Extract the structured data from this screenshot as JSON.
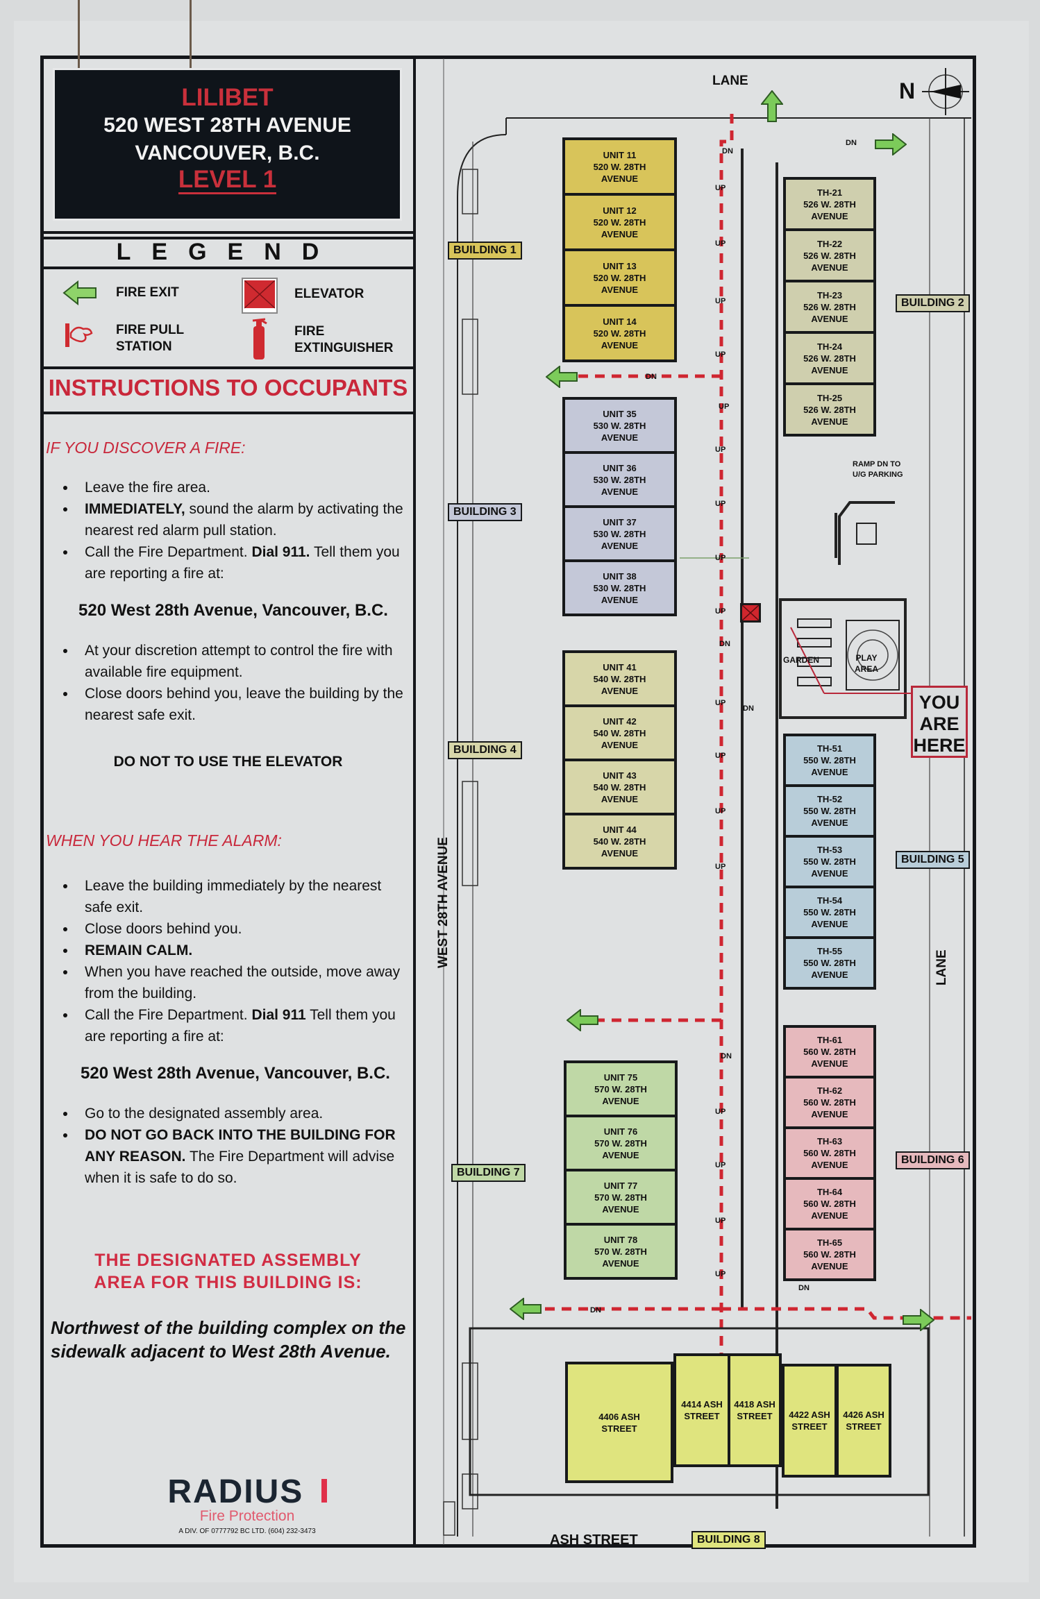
{
  "title_box": {
    "name": "LILIBET",
    "address_line1": "520 WEST 28TH AVENUE",
    "address_line2": "VANCOUVER, B.C.",
    "level": "LEVEL 1"
  },
  "legend": {
    "title": "LEGEND",
    "items": [
      {
        "icon": "fire-exit-arrow-icon",
        "label": "FIRE  EXIT"
      },
      {
        "icon": "elevator-icon",
        "label": "ELEVATOR"
      },
      {
        "icon": "fire-pull-station-icon",
        "label_line1": "FIRE PULL",
        "label_line2": "STATION"
      },
      {
        "icon": "fire-extinguisher-icon",
        "label_line1": "FIRE",
        "label_line2": "EXTINGUISHER"
      }
    ]
  },
  "instructions": {
    "title": "INSTRUCTIONS TO OCCUPANTS",
    "discover": {
      "heading": "IF YOU DISCOVER A FIRE:",
      "items": [
        {
          "bold": "",
          "text": "Leave the fire area."
        },
        {
          "bold": "IMMEDIATELY,",
          "text": " sound the alarm by activating the nearest red alarm pull station."
        },
        {
          "pre": "Call the Fire Department. ",
          "bold": "Dial 911.",
          "text": " Tell them you are reporting a fire at:"
        }
      ],
      "address": "520 West 28th Avenue, Vancouver, B.C.",
      "items2": [
        "At your discretion attempt to control the fire with available fire equipment.",
        "Close doors behind you, leave the building by the nearest safe exit."
      ],
      "warning": "DO NOT TO USE THE ELEVATOR"
    },
    "alarm": {
      "heading": "WHEN YOU HEAR THE ALARM:",
      "items": [
        {
          "pre": "Leave the building immediately by the nearest safe exit.",
          "bold": "",
          "text": ""
        },
        {
          "pre": "Close doors behind you.",
          "bold": "",
          "text": ""
        },
        {
          "pre": "",
          "bold": "REMAIN CALM.",
          "text": ""
        },
        {
          "pre": "When you have reached the outside, move away from the building.",
          "bold": "",
          "text": ""
        },
        {
          "pre": "Call the Fire Department. ",
          "bold": "Dial 911",
          "text": " Tell them you are reporting a fire at:"
        }
      ],
      "address": "520 West 28th Avenue, Vancouver, B.C.",
      "items2": [
        {
          "pre": "Go to the designated assembly area.",
          "bold": "",
          "text": ""
        },
        {
          "pre": "",
          "bold": "DO NOT GO BACK INTO THE BUILDING FOR ANY REASON.",
          "text": " The Fire Department will advise when it is safe to do so."
        }
      ]
    },
    "assembly_heading_line1": "THE DESIGNATED ASSEMBLY",
    "assembly_heading_line2": "AREA FOR THIS BUILDING IS:",
    "assembly_location": "Northwest of the building complex on the sidewalk adjacent to West 28th Avenue."
  },
  "company": {
    "name": "RADIUS",
    "tagline": "Fire Protection",
    "fine_print": "A DIV. OF 0777792 BC LTD.   (604) 232-3473"
  },
  "map": {
    "compass_label": "N",
    "streets": {
      "top": "LANE",
      "west": "WEST 28TH AVENUE",
      "east": "LANE",
      "bottom": "ASH STREET"
    },
    "you_are_here": [
      "YOU",
      "ARE",
      "HERE"
    ],
    "ramp_note_line1": "RAMP DN TO",
    "ramp_note_line2": "U/G PARKING",
    "garden": "GARDEN",
    "play_area_line1": "PLAY",
    "play_area_line2": "AREA",
    "stair_labels": {
      "up": "UP",
      "dn": "DN"
    },
    "colors": {
      "building1": "#d8c45a",
      "building2": "#cfcfae",
      "building3": "#c4c8d8",
      "building4": "#d7d6a9",
      "building5": "#b8cdd9",
      "building6": "#e6b9bd",
      "building7": "#bfd8a6",
      "building8": "#dfe47e",
      "exit_route": "#cf2631",
      "exit_arrow": "#7ccb5a"
    },
    "buildings": [
      {
        "label": "BUILDING 1",
        "units": [
          {
            "name": "UNIT 11",
            "addr": "520 W. 28TH",
            "street": "AVENUE"
          },
          {
            "name": "UNIT 12",
            "addr": "520 W. 28TH",
            "street": "AVENUE"
          },
          {
            "name": "UNIT 13",
            "addr": "520 W. 28TH",
            "street": "AVENUE"
          },
          {
            "name": "UNIT 14",
            "addr": "520 W. 28TH",
            "street": "AVENUE"
          }
        ]
      },
      {
        "label": "BUILDING 2",
        "units": [
          {
            "name": "TH-21",
            "addr": "526 W. 28TH",
            "street": "AVENUE"
          },
          {
            "name": "TH-22",
            "addr": "526 W. 28TH",
            "street": "AVENUE"
          },
          {
            "name": "TH-23",
            "addr": "526 W. 28TH",
            "street": "AVENUE"
          },
          {
            "name": "TH-24",
            "addr": "526 W. 28TH",
            "street": "AVENUE"
          },
          {
            "name": "TH-25",
            "addr": "526 W. 28TH",
            "street": "AVENUE"
          }
        ]
      },
      {
        "label": "BUILDING 3",
        "units": [
          {
            "name": "UNIT 35",
            "addr": "530 W. 28TH",
            "street": "AVENUE"
          },
          {
            "name": "UNIT 36",
            "addr": "530 W. 28TH",
            "street": "AVENUE"
          },
          {
            "name": "UNIT 37",
            "addr": "530 W. 28TH",
            "street": "AVENUE"
          },
          {
            "name": "UNIT 38",
            "addr": "530 W. 28TH",
            "street": "AVENUE"
          }
        ]
      },
      {
        "label": "BUILDING 4",
        "units": [
          {
            "name": "UNIT 41",
            "addr": "540 W. 28TH",
            "street": "AVENUE"
          },
          {
            "name": "UNIT 42",
            "addr": "540 W. 28TH",
            "street": "AVENUE"
          },
          {
            "name": "UNIT 43",
            "addr": "540 W. 28TH",
            "street": "AVENUE"
          },
          {
            "name": "UNIT 44",
            "addr": "540 W. 28TH",
            "street": "AVENUE"
          }
        ]
      },
      {
        "label": "BUILDING 5",
        "units": [
          {
            "name": "TH-51",
            "addr": "550 W. 28TH",
            "street": "AVENUE"
          },
          {
            "name": "TH-52",
            "addr": "550 W. 28TH",
            "street": "AVENUE"
          },
          {
            "name": "TH-53",
            "addr": "550 W. 28TH",
            "street": "AVENUE"
          },
          {
            "name": "TH-54",
            "addr": "550 W. 28TH",
            "street": "AVENUE"
          },
          {
            "name": "TH-55",
            "addr": "550 W. 28TH",
            "street": "AVENUE"
          }
        ]
      },
      {
        "label": "BUILDING 6",
        "units": [
          {
            "name": "TH-61",
            "addr": "560 W. 28TH",
            "street": "AVENUE"
          },
          {
            "name": "TH-62",
            "addr": "560 W. 28TH",
            "street": "AVENUE"
          },
          {
            "name": "TH-63",
            "addr": "560 W. 28TH",
            "street": "AVENUE"
          },
          {
            "name": "TH-64",
            "addr": "560 W. 28TH",
            "street": "AVENUE"
          },
          {
            "name": "TH-65",
            "addr": "560 W. 28TH",
            "street": "AVENUE"
          }
        ]
      },
      {
        "label": "BUILDING 7",
        "units": [
          {
            "name": "UNIT 75",
            "addr": "570 W. 28TH",
            "street": "AVENUE"
          },
          {
            "name": "UNIT 76",
            "addr": "570 W. 28TH",
            "street": "AVENUE"
          },
          {
            "name": "UNIT 77",
            "addr": "570 W. 28TH",
            "street": "AVENUE"
          },
          {
            "name": "UNIT 78",
            "addr": "570 W. 28TH",
            "street": "AVENUE"
          }
        ]
      },
      {
        "label": "BUILDING 8",
        "units": [
          {
            "name": "4406 ASH",
            "addr": "STREET",
            "street": ""
          },
          {
            "name": "4414 ASH",
            "addr": "STREET",
            "street": ""
          },
          {
            "name": "4418 ASH",
            "addr": "STREET",
            "street": ""
          },
          {
            "name": "4422 ASH",
            "addr": "STREET",
            "street": ""
          },
          {
            "name": "4426 ASH",
            "addr": "STREET",
            "street": ""
          }
        ]
      }
    ]
  }
}
